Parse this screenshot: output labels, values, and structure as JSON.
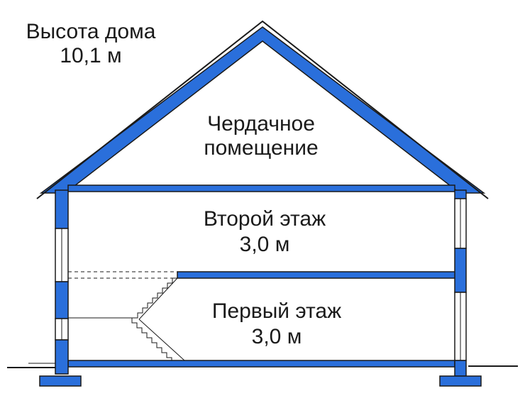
{
  "height_label": {
    "line1": "Высота дома",
    "line2": "10,1 м"
  },
  "rooms": {
    "attic": {
      "line1": "Чердачное",
      "line2": "помещение"
    },
    "second_floor": {
      "line1": "Второй этаж",
      "line2": "3,0 м"
    },
    "first_floor": {
      "line1": "Первый этаж",
      "line2": "3,0 м"
    }
  },
  "colors": {
    "structure": "#2a6fdb",
    "outline": "#1a1a1a",
    "background": "#ffffff"
  }
}
